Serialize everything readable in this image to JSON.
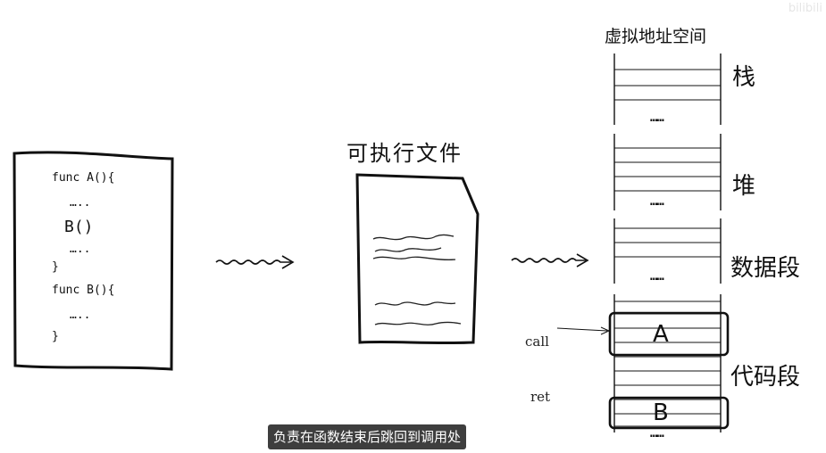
{
  "source_code": {
    "lines": [
      "func A(){",
      "…..",
      "B()",
      "…..",
      "}",
      "func B(){",
      "…..",
      "}"
    ]
  },
  "executable": {
    "label": "可执行文件"
  },
  "address_space": {
    "title": "虚拟地址空间",
    "segments": [
      "栈",
      "堆",
      "数据段",
      "代码段"
    ],
    "ellipsis": "……",
    "blocks": [
      "A",
      "B"
    ],
    "call_label": "call",
    "ret_label": "ret"
  },
  "subtitle": "负责在函数结束后跳回到调用处",
  "watermark": "bilibili"
}
